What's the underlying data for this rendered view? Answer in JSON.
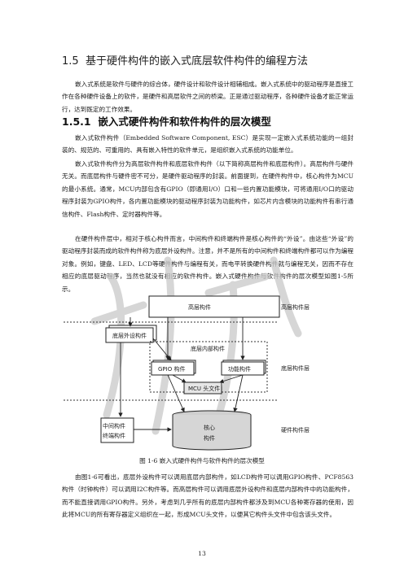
{
  "section": {
    "number": "1.5",
    "title": "基于硬件构件的嵌入式底层软件构件的编程方法"
  },
  "intro": "嵌入式系统是软件与硬件的综合体，硬件设计和软件设计相辅相成。嵌入式系统中的驱动程序是直接工作在各种硬件设备上的软件，是硬件和高层软件之间的桥梁。正是通过驱动程序，各种硬件设备才能正常运行，达到既定的工作效果。",
  "subsection": {
    "number": "1.5.1",
    "title": "嵌入式硬件构件和软件构件的层次模型"
  },
  "paragraphs": [
    "嵌入式软件构件（Embedded Software Component, ESC）是实现一定嵌入式系统功能的一组封装的、规范的、可重用的、具有嵌入特性的软件单元，是组织嵌入式系统的功能单位。",
    "嵌入式软件构件分为高层软件构件和底层软件构件（以下简称高层构件和底层构件）。高层构件与硬件无关。而底层构件与硬件密不可分，是硬件驱动程序的封装。前面提到，在硬件构件中，核心构件为MCU的最小系统。通常，MCU内部包含有GPIO（即通用I/O）口和一些内置功能模块，可将通用I/O口的驱动程序封装为GPIO构件，各内置功能模块的驱动程序封装为功能构件，如芯片内含模块的功能构件有串行通信构件、Flash构件、定时器构件等。",
    "在硬件构件层中，相对于核心构件而言，中间构件和终端构件是核心构件的“外设”。由这些“外设”的驱动程序封装而成的软件构件称为底层外设构件。注意，并不是所有的中间构件和终端构件都可以作为编程对象。例如，键盘、LED、LCD等硬件构件与编程有关，而电平转换硬件构件就与编程无关，因而不存在相应的底层驱动程序，当然也就没有相应的软件构件。嵌入式硬件构件与软件构件的层次模型如图1-5所示。",
    "由图1-6可看出，底层外设构件可以调用底层内部构件，如LCD构件可以调用GPIO构件、PCF8563构件（时钟构件）可以调用I2C构件等。而高层构件可以调用底层外设构件和底层内部构件中的功能构件，而不能直接调用GPIO构件。另外，考虑到几乎所有的底层内部构件都涉及到MCU各种寄存器的使用，因此将MCU的所有寄存器定义组织在一起，形成MCU头文件，以便其它构件头文件中包含该头文件。"
  ],
  "diagram": {
    "high_component": "高层构件",
    "high_layer": "高层构件层",
    "peripheral": "底层外设构件",
    "internal": "底层内部构件",
    "gpio": "GPIO 构件",
    "function": "功能构件",
    "mcu_header": "MCU 头文件",
    "low_layer": "底层构件层",
    "middle_line1": "中间构件",
    "middle_line2": "终端构件",
    "core_line1": "核心",
    "core_line2": "构件",
    "hw_layer": "硬件构件层"
  },
  "caption": "图 1-6  嵌入式硬件构件与软件构件的层次模型",
  "page_number": "13"
}
